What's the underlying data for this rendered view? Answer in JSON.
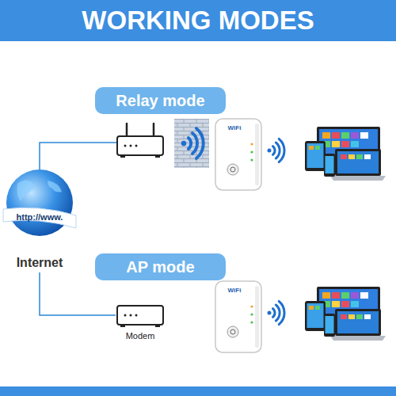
{
  "diagram": {
    "title": "WORKING MODES",
    "nodes": [
      {
        "text": [
          "Relay mode"
        ]
      },
      {
        "text": [
          "Internet"
        ]
      },
      {
        "text": [
          "AP mode"
        ]
      },
      {
        "text": [
          "Modem"
        ]
      }
    ],
    "edges": [
      {
        "from": 1,
        "to": 3,
        "arrow": "none"
      }
    ],
    "labels": [
      "http://www.",
      "WiFi",
      "WiFi"
    ]
  }
}
